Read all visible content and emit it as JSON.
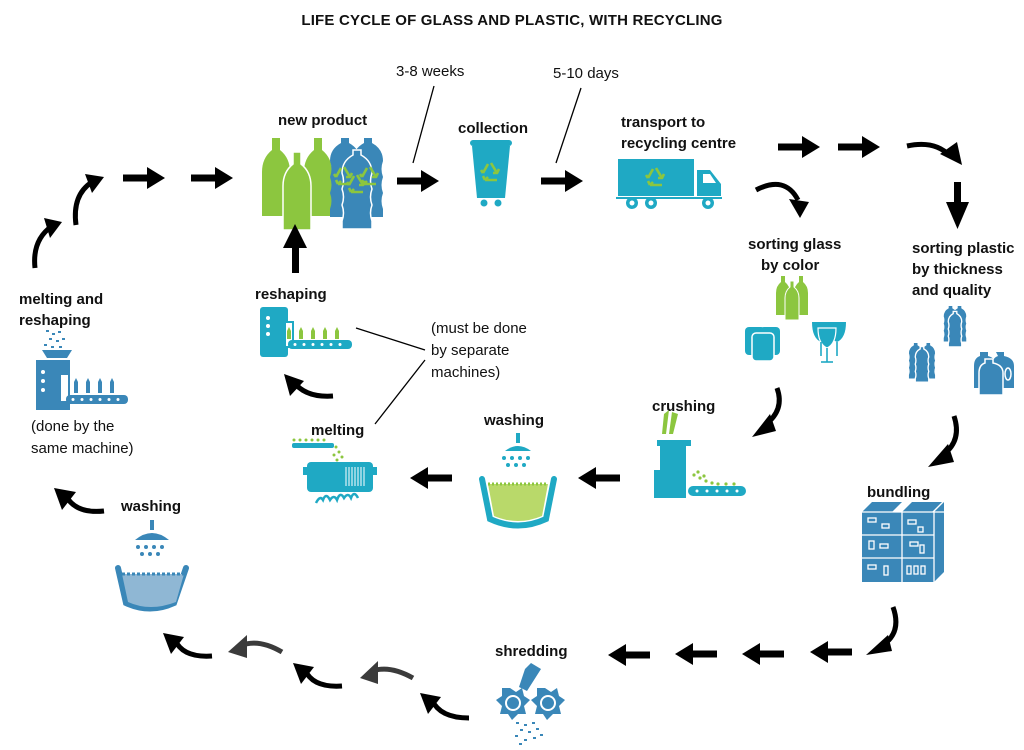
{
  "title": "LIFE CYCLE OF GLASS AND PLASTIC, WITH RECYCLING",
  "colors": {
    "glass_green": "#8cc63f",
    "glass_teal": "#1fa9c4",
    "plastic_blue": "#3a87b8",
    "arrow": "#000000"
  },
  "durations": {
    "product_to_collection": "3-8 weeks",
    "collection_to_transport": "5-10 days"
  },
  "stages": {
    "new_product": {
      "label": "new product",
      "icon": "bottles-icon"
    },
    "collection": {
      "label": "collection",
      "icon": "recycling-bin-icon"
    },
    "transport": {
      "label_line1": "transport to",
      "label_line2": "recycling centre",
      "icon": "truck-icon"
    },
    "sorting_glass": {
      "label_line1": "sorting glass",
      "label_line2": "by color",
      "icon": "glass-sorting-icon"
    },
    "crushing": {
      "label": "crushing",
      "icon": "crusher-icon"
    },
    "glass_washing": {
      "label": "washing",
      "icon": "washing-basin-icon"
    },
    "melting": {
      "label": "melting",
      "icon": "furnace-icon"
    },
    "reshaping": {
      "label": "reshaping",
      "icon": "bottle-machine-icon"
    },
    "sorting_plastic": {
      "label_line1": "sorting plastic",
      "label_line2": "by thickness",
      "label_line3": "and quality",
      "icon": "plastic-sorting-icon"
    },
    "bundling": {
      "label": "bundling",
      "icon": "bales-icon"
    },
    "shredding": {
      "label": "shredding",
      "icon": "shredder-icon"
    },
    "plastic_washing": {
      "label": "washing",
      "icon": "washing-basin-icon"
    },
    "melting_reshaping": {
      "label_line1": "melting and",
      "label_line2": "reshaping",
      "icon": "plastic-machine-icon"
    }
  },
  "notes": {
    "separate_line1": "(must be done",
    "separate_line2": "by separate",
    "separate_line3": "machines)",
    "same_line1": "(done by the",
    "same_line2": "same machine)"
  }
}
